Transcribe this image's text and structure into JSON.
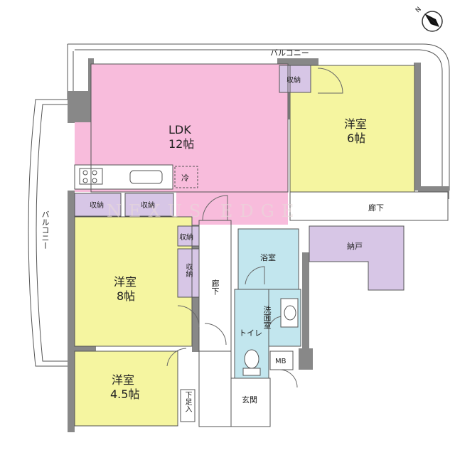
{
  "compass": {
    "north_label": "N"
  },
  "balcony_top": "バルコニー",
  "balcony_left": "バルコニー",
  "watermark": "NEXUS EDGE",
  "rooms": {
    "ldk": {
      "name": "LDK",
      "size": "12帖",
      "color": "#f8bcdc"
    },
    "western6": {
      "name": "洋室",
      "size": "6帖",
      "color": "#f5f5a0"
    },
    "western8": {
      "name": "洋室",
      "size": "8帖",
      "color": "#f5f5a0"
    },
    "western45": {
      "name": "洋室",
      "size": "4.5帖",
      "color": "#f5f5a0"
    },
    "bath": {
      "name": "浴室",
      "color": "#c2e6ee"
    },
    "washroom": {
      "name": "洗面室",
      "color": "#c2e6ee"
    },
    "toilet": {
      "name": "トイレ",
      "color": "#c2e6ee"
    },
    "nando": {
      "name": "納戸",
      "color": "#d7c6e6"
    },
    "entrance": {
      "name": "玄関"
    },
    "corridor_right": {
      "name": "廊下"
    },
    "corridor_center": {
      "name": "廊下"
    }
  },
  "storage": {
    "label": "収納",
    "color": "#d7c6e6",
    "shoe_label": "下足入"
  },
  "fridge_label": "冷",
  "mb_label": "MB"
}
